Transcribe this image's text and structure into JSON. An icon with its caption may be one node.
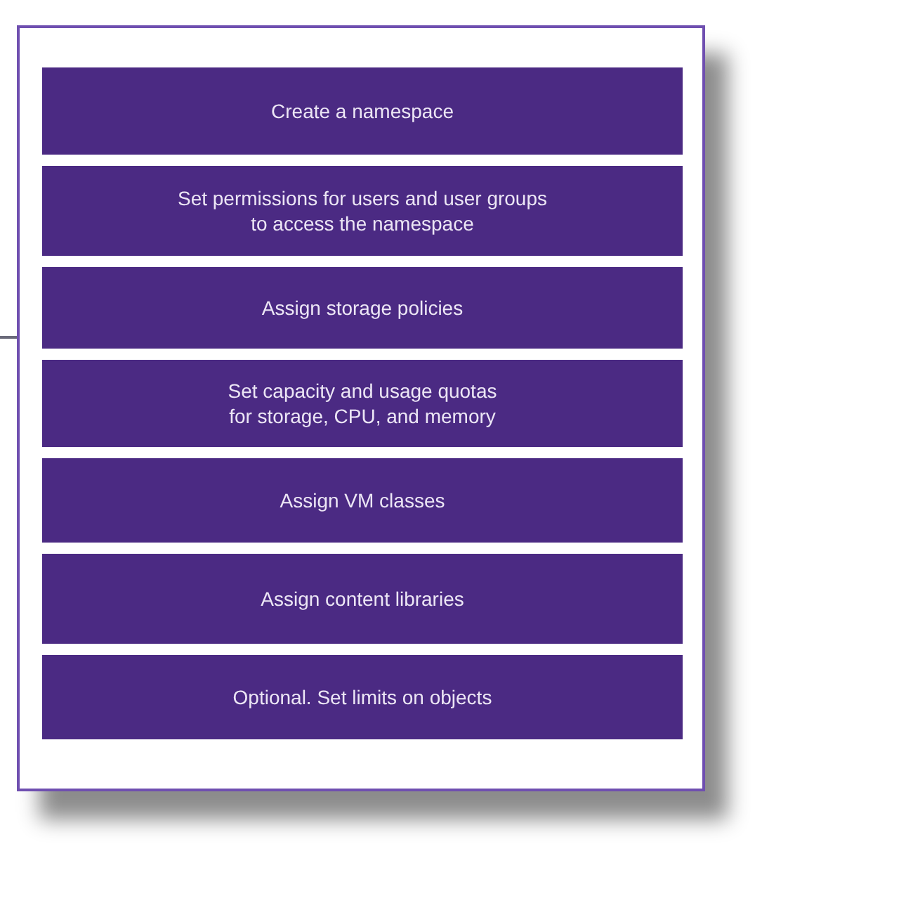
{
  "diagram": {
    "nodes": [
      {
        "text": [
          "Create a namespace"
        ]
      },
      {
        "text": [
          "Set permissions for users and user groups to access the namespace"
        ]
      },
      {
        "text": [
          "Assign storage policies"
        ]
      },
      {
        "text": [
          "Set capacity and usage quotas for storage, CPU, and memory"
        ]
      },
      {
        "text": [
          "Assign VM classes"
        ]
      },
      {
        "text": [
          "Assign content libraries"
        ]
      },
      {
        "text": [
          "Optional. Set limits on objects"
        ]
      }
    ]
  }
}
